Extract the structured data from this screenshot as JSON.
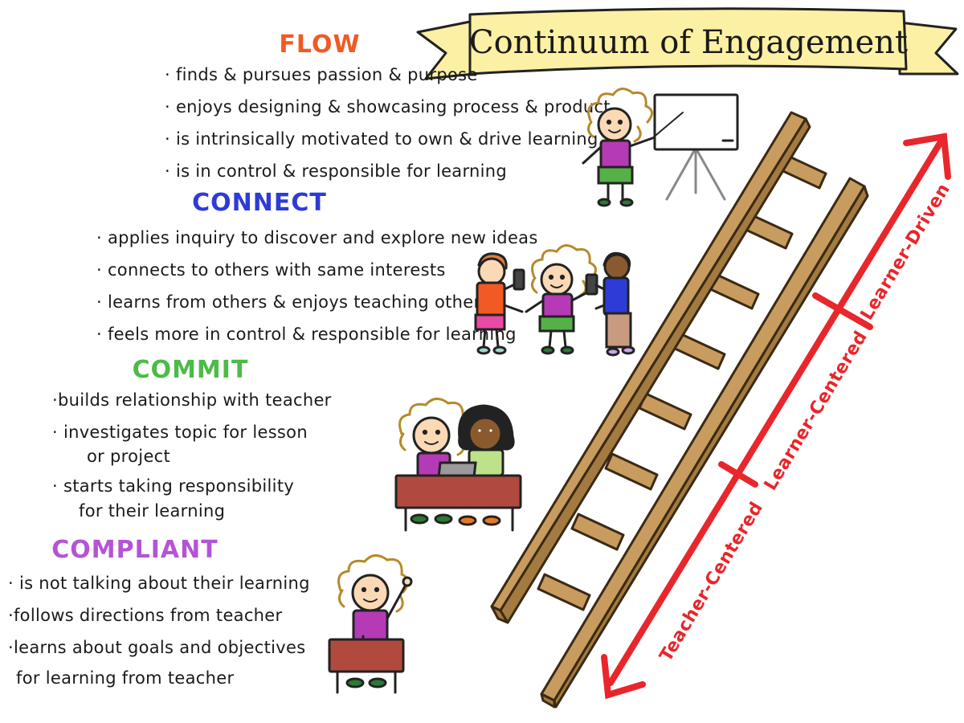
{
  "title": "Continuum of Engagement",
  "colors": {
    "flow": "#f15a24",
    "connect": "#2e3bd6",
    "commit": "#4cbb47",
    "compliant": "#b553d6",
    "arrow": "#e8262b",
    "ladder": "#c89b5e",
    "banner": "#fbf0a3"
  },
  "sections": [
    {
      "heading": "FLOW",
      "bullets": [
        "· finds & pursues passion & purpose",
        "· enjoys designing & showcasing process & product",
        "· is intrinsically motivated to own & drive learning",
        "· is in control & responsible for learning"
      ]
    },
    {
      "heading": "CONNECT",
      "bullets": [
        "· applies inquiry to discover and explore new ideas",
        "· connects to others with same interests",
        "· learns from others & enjoys teaching others",
        "· feels more in control & responsible for learning"
      ]
    },
    {
      "heading": "COMMIT",
      "bullets": [
        "·builds relationship with teacher",
        "· investigates topic for lesson",
        "or project",
        "· starts taking responsibility",
        "for their learning"
      ]
    },
    {
      "heading": "COMPLIANT",
      "bullets": [
        "· is not talking about their learning",
        "·follows directions from teacher",
        "·learns about goals and objectives",
        "for learning from teacher"
      ]
    }
  ],
  "continuum": [
    "Teacher-Centered",
    "Learner-Centered",
    "Learner-Driven"
  ],
  "icons": [
    "banner-icon",
    "teacher-at-board-icon",
    "students-collaborating-icon",
    "students-at-laptop-icon",
    "student-at-desk-icon",
    "ladder-icon",
    "double-arrow-icon"
  ]
}
